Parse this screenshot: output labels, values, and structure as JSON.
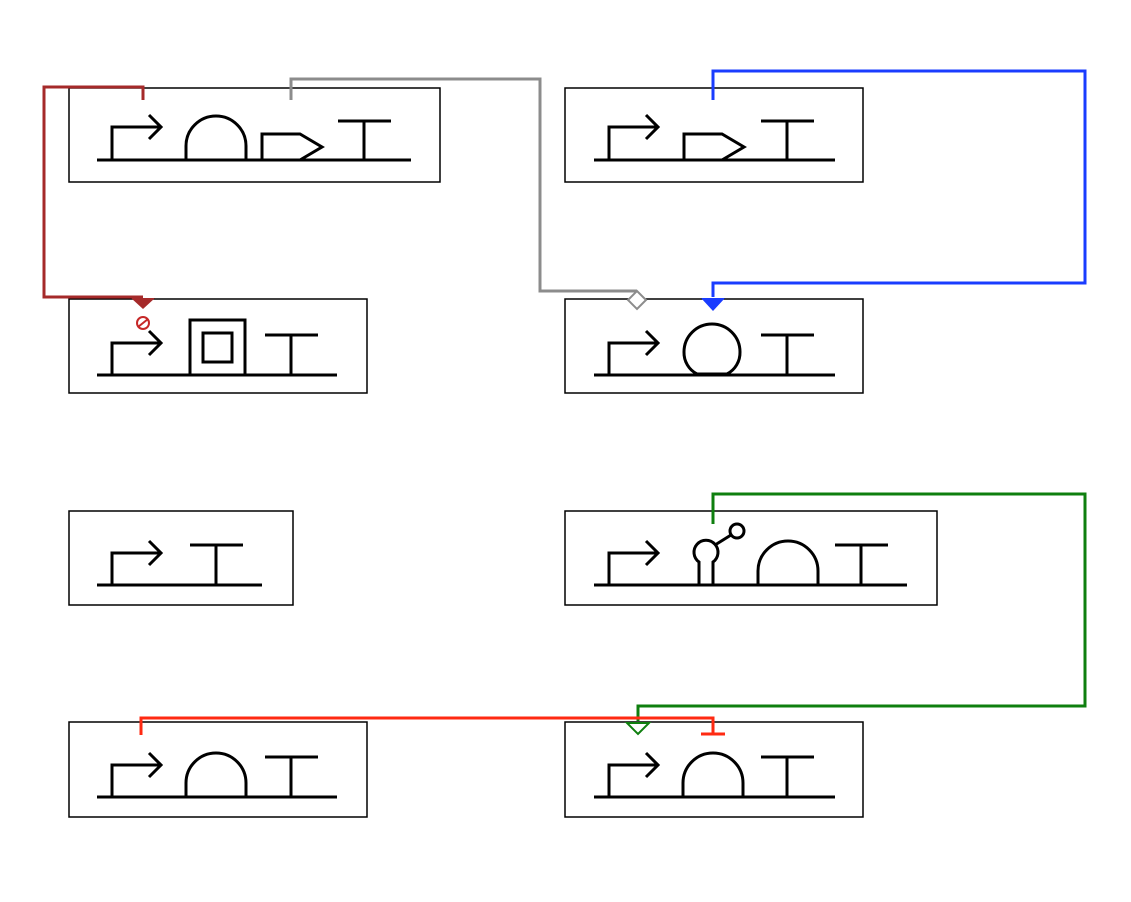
{
  "diagram": {
    "type": "genetic-circuit",
    "background_color": "#ffffff",
    "modules": [
      {
        "id": "m1",
        "parts": [
          "promoter",
          "cds",
          "cds-arrow",
          "terminator"
        ]
      },
      {
        "id": "m2",
        "parts": [
          "promoter",
          "cds-arrow",
          "terminator"
        ]
      },
      {
        "id": "m3",
        "parts": [
          "promoter",
          "protein-square",
          "terminator"
        ]
      },
      {
        "id": "m4",
        "parts": [
          "promoter",
          "cds-round",
          "terminator"
        ]
      },
      {
        "id": "m5",
        "parts": [
          "promoter",
          "terminator"
        ]
      },
      {
        "id": "m6",
        "parts": [
          "promoter",
          "aptamer",
          "cds",
          "terminator"
        ]
      },
      {
        "id": "m7",
        "parts": [
          "promoter",
          "cds",
          "terminator"
        ]
      },
      {
        "id": "m8",
        "parts": [
          "promoter",
          "cds",
          "terminator"
        ]
      }
    ],
    "interactions": [
      {
        "from": "m1",
        "to": "m3",
        "type": "degradation",
        "color": "#a52a2a"
      },
      {
        "from": "m1",
        "to": "m4",
        "type": "process",
        "color": "#8c8c8c"
      },
      {
        "from": "m2",
        "to": "m4",
        "type": "stimulation",
        "color": "#1a3cff"
      },
      {
        "from": "m6",
        "to": "m8",
        "type": "stimulation-open",
        "color": "#0f7f0f"
      },
      {
        "from": "m7",
        "to": "m8",
        "type": "inhibition",
        "color": "#ff2a12"
      }
    ]
  }
}
